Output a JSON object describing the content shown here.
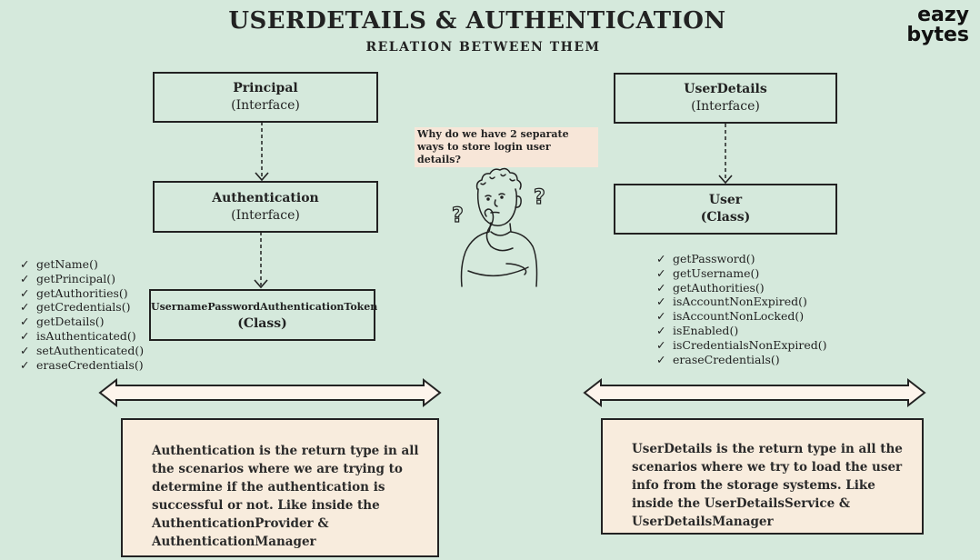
{
  "header": {
    "title": "USERDETAILS & AUTHENTICATION",
    "subtitle": "RELATION BETWEEN THEM",
    "logo_line1": "eazy",
    "logo_line2": "bytes"
  },
  "left": {
    "principal": {
      "name": "Principal",
      "type": "(Interface)"
    },
    "authentication": {
      "name": "Authentication",
      "type": "(Interface)"
    },
    "token": {
      "name": "UsernamePasswordAuthenticationToken",
      "type": "(Class)"
    },
    "methods": [
      "getName()",
      "getPrincipal()",
      "getAuthorities()",
      "getCredentials()",
      "getDetails()",
      "isAuthenticated()",
      "setAuthenticated()",
      "eraseCredentials()"
    ],
    "note": "Authentication is the return type in all the scenarios where we are trying to determine if the authentication is successful or not. Like inside the AuthenticationProvider & AuthenticationManager"
  },
  "right": {
    "userdetails": {
      "name": "UserDetails",
      "type": "(Interface)"
    },
    "user": {
      "name": "User",
      "type": "(Class)"
    },
    "methods": [
      "getPassword()",
      "getUsername()",
      "getAuthorities()",
      "isAccountNonExpired()",
      "isAccountNonLocked()",
      "isEnabled()",
      "isCredentialsNonExpired()",
      "eraseCredentials()"
    ],
    "note": "UserDetails is the return type in all the scenarios where we try to load the user info from the storage systems. Like inside the UserDetailsService & UserDetailsManager"
  },
  "center": {
    "question": "Why do we have 2 separate ways to store login user details?",
    "figure_icon": "thinking-person-icon"
  },
  "check_mark": "✓",
  "colors": {
    "background": "#d5e9dc",
    "note_fill": "#f8ecdd",
    "question_fill": "#f7e6d8",
    "arrow_fill": "#fdf4ec",
    "stroke": "#222222"
  }
}
